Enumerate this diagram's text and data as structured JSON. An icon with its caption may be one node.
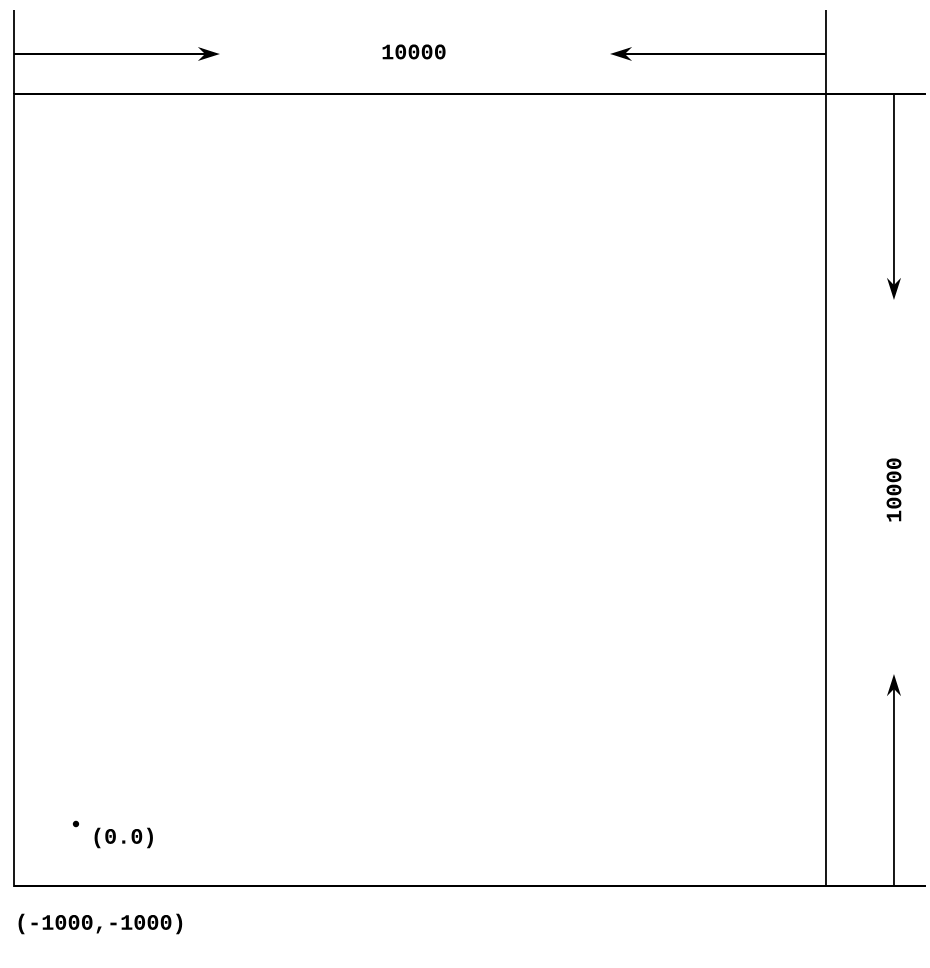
{
  "diagram": {
    "labels": [
      "10000",
      "10000",
      "(0.0)",
      "(-1000,-1000)"
    ]
  }
}
